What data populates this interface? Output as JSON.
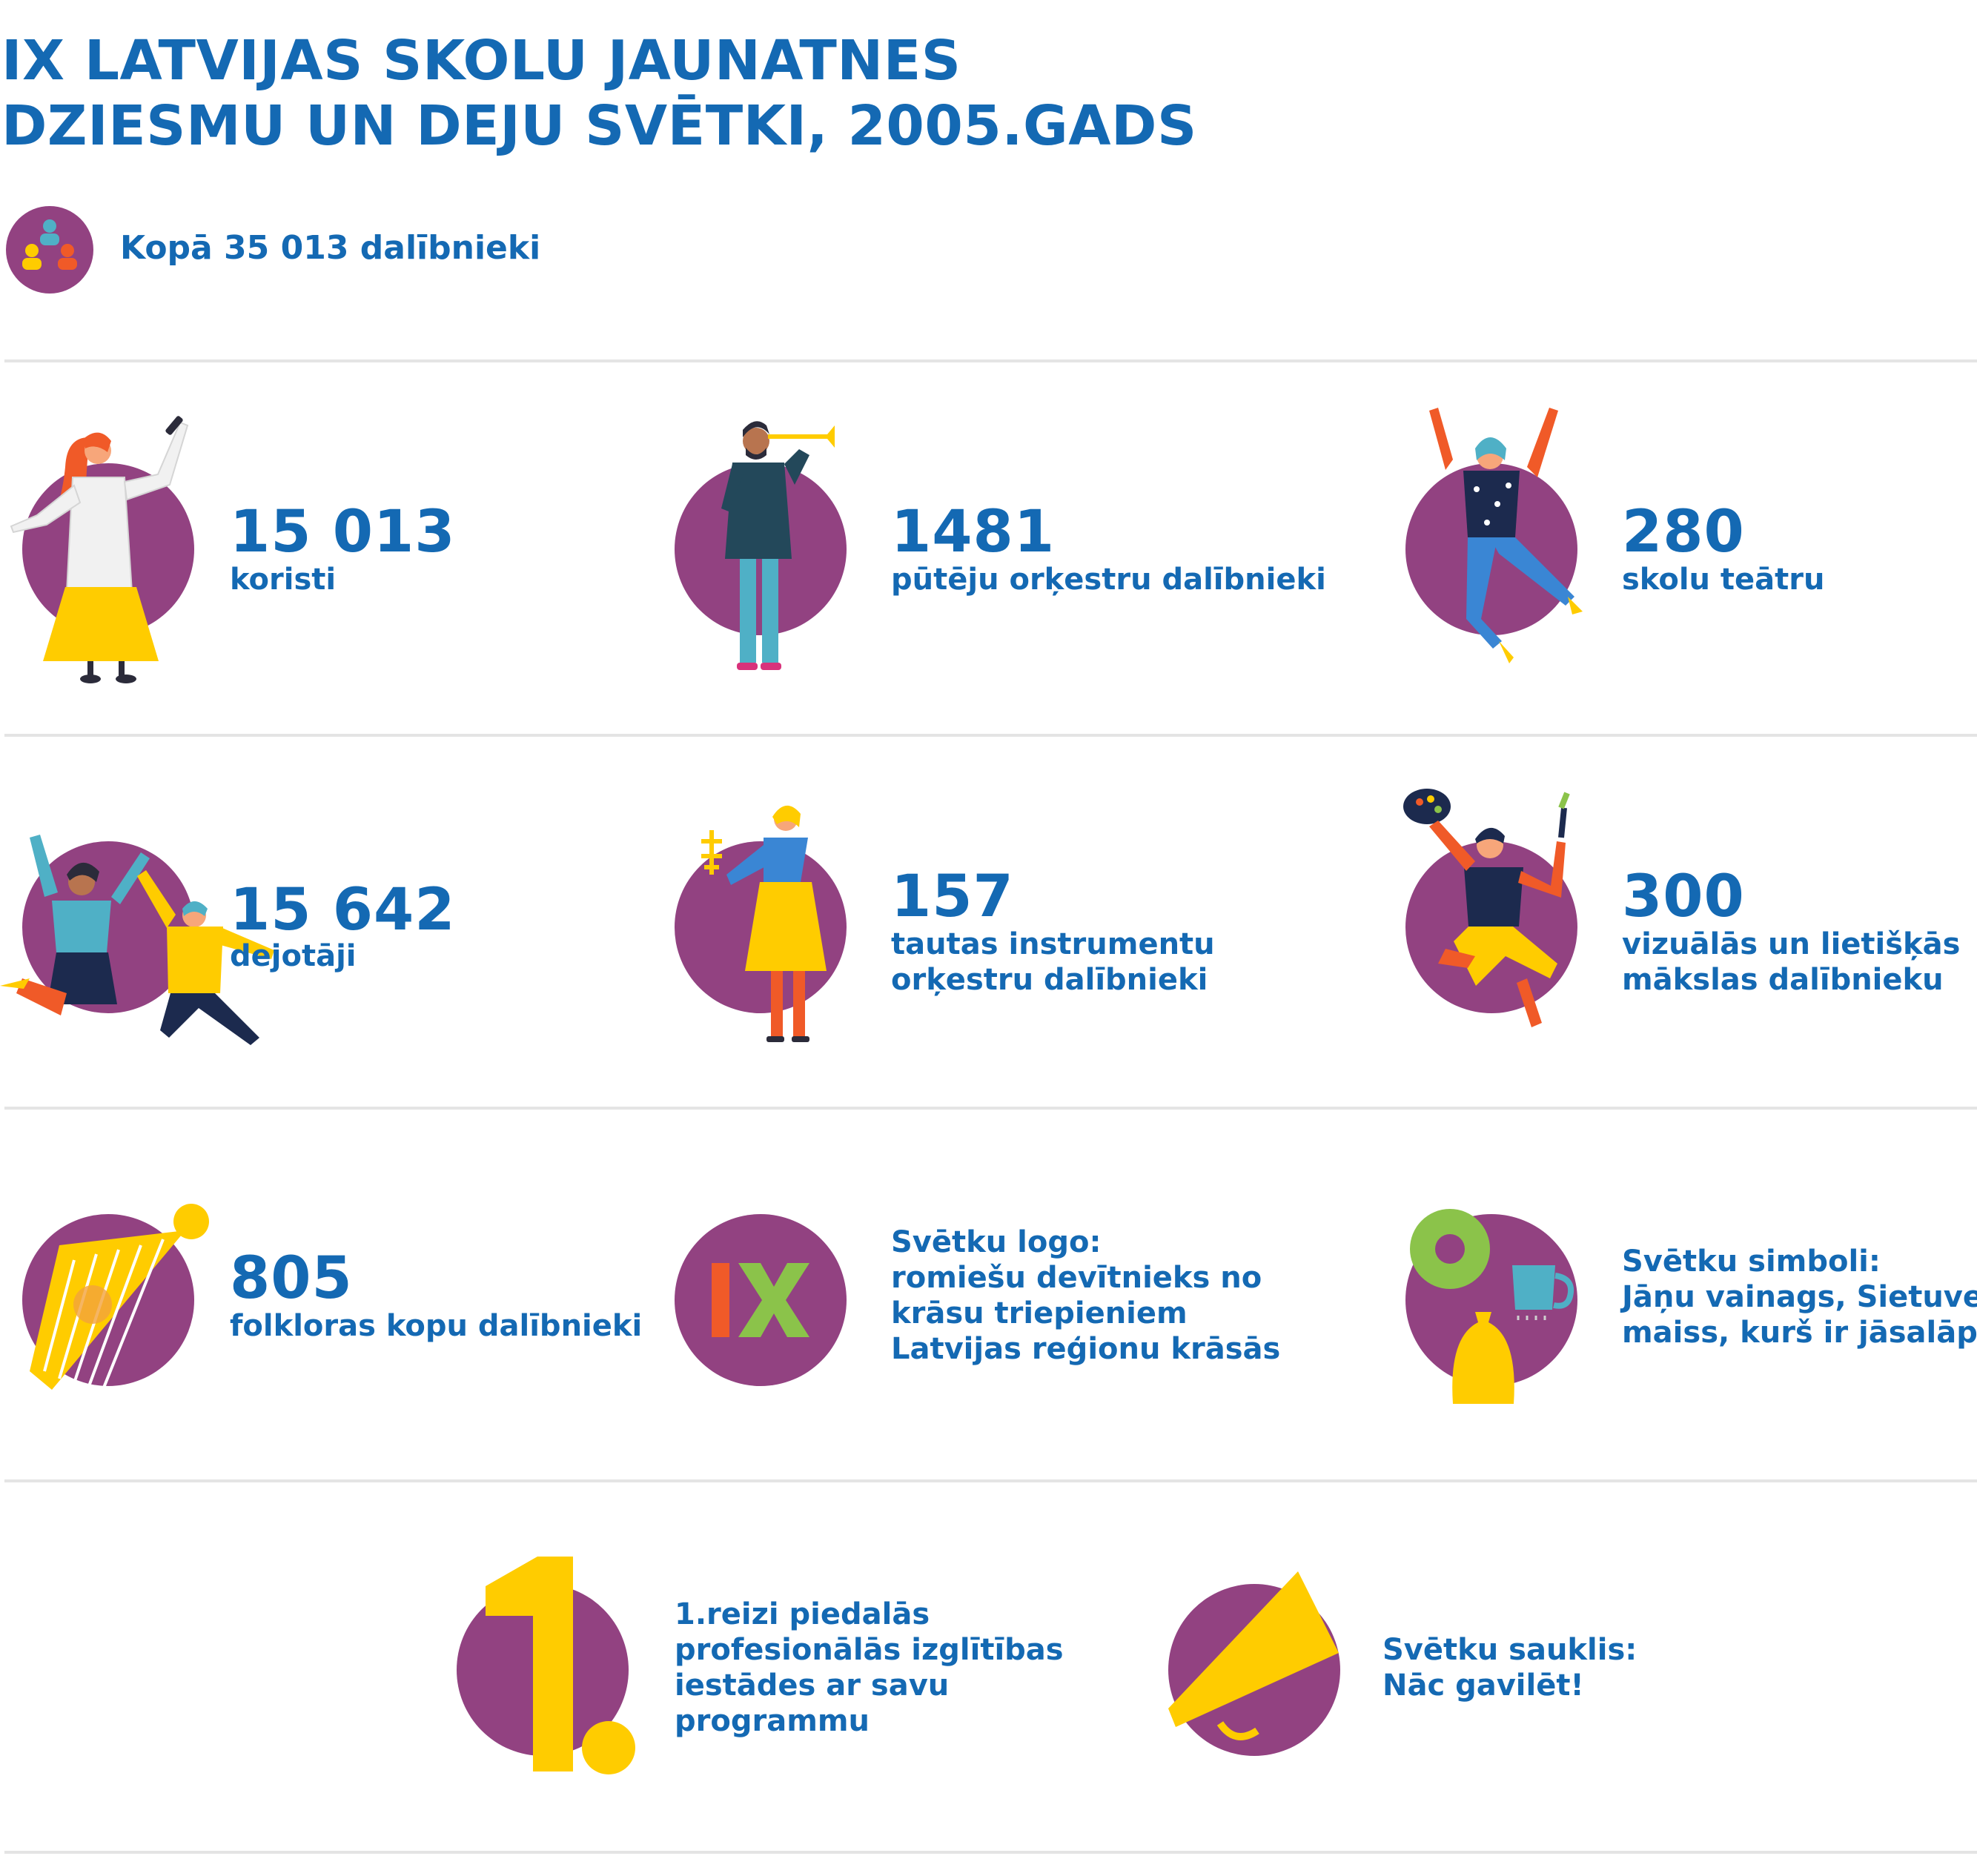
{
  "title": {
    "line1": "IX LATVIJAS SKOLU JAUNATNES",
    "line2": "DZIESMU UN DEJU SVĒTKI, 2005.GADS"
  },
  "total": {
    "label": "Kopā 35 013 dalībnieki",
    "icon": "group-people-icon"
  },
  "colors": {
    "brand_blue": "#1469b3",
    "circle_purple": "#924281",
    "accent_yellow": "#ffcc00",
    "accent_green": "#8bc34a",
    "accent_red": "#f05a28",
    "divider_grey": "#e4e4e4"
  },
  "stats": [
    {
      "number": "15 013",
      "label": "koristi",
      "icon": "singer-icon"
    },
    {
      "number": "1481",
      "label": "pūtēju orķestru dalībnieki",
      "icon": "trumpet-player-icon"
    },
    {
      "number": "280",
      "label": "skolu teātru",
      "icon": "jumping-actor-icon"
    },
    {
      "number": "15 642",
      "label": "dejotāji",
      "icon": "dancers-icon"
    },
    {
      "number": "157",
      "label_lines": [
        "tautas instrumentu",
        "orķestru dalībnieki"
      ],
      "icon": "kokle-player-icon"
    },
    {
      "number": "300",
      "label_lines": [
        "vizuālās un lietišķās",
        "mākslas dalībnieku"
      ],
      "icon": "painter-icon"
    },
    {
      "number": "805",
      "label": "folkloras kopu dalībnieki",
      "icon": "kokle-icon"
    }
  ],
  "info": [
    {
      "label_lines": [
        "Svētku logo:",
        "romiešu devītnieks no",
        "krāsu triepieniem",
        "Latvijas reģionu krāsās"
      ],
      "icon": "ix-logo-icon",
      "logo_text": "IX"
    },
    {
      "label_lines": [
        "Svētku simboli:",
        "Jāņu vainags, Sietuve,",
        "maiss, kurš ir jāsalāpa"
      ],
      "icon": "festival-symbols-icon"
    },
    {
      "label_lines": [
        "1.reizi piedalās",
        "profesionālās izglītības",
        "iestādes ar savu",
        "programmu"
      ],
      "icon": "number-one-icon"
    },
    {
      "label_lines": [
        "Svētku sauklis:",
        "Nāc gavilēt!"
      ],
      "icon": "megaphone-icon"
    }
  ]
}
